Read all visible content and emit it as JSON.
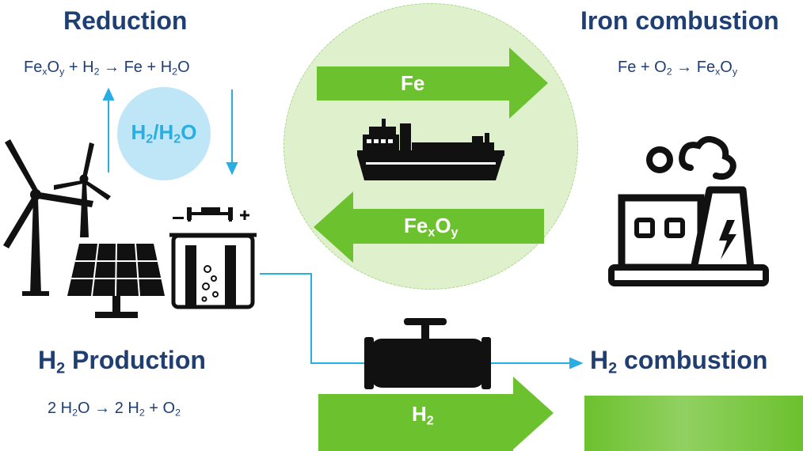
{
  "colors": {
    "title": "#1f3f73",
    "green_arrow": "#6cc12e",
    "green_circle": "#dff1cc",
    "blue_line": "#29aee4",
    "bubble": "#bfe6f7",
    "icon": "#111111"
  },
  "reduction": {
    "title": "Reduction",
    "eq": {
      "a": "Fe",
      "b": "x",
      "c": "O",
      "d": "y",
      "e": " + H",
      "f": "2",
      "g": " → Fe + H",
      "h": "2",
      "i": "O"
    }
  },
  "iron_combustion": {
    "title": "Iron combustion",
    "eq": {
      "a": "Fe + O",
      "b": "2",
      "c": " → Fe",
      "d": "x",
      "e": "O",
      "f": "y"
    }
  },
  "bubble": {
    "a": "H",
    "b": "2",
    "c": "/H",
    "d": "2",
    "e": "O"
  },
  "arrows": {
    "fe": "Fe",
    "fexoy": {
      "a": "Fe",
      "b": "x",
      "c": "O",
      "d": "y"
    },
    "h2": {
      "a": "H",
      "b": "2"
    }
  },
  "h2_production": {
    "title": {
      "a": "H",
      "b": "2",
      "c": " Production"
    },
    "eq": {
      "a": "2 H",
      "b": "2",
      "c": "O → 2 H",
      "d": "2",
      "e": " + O",
      "f": "2"
    }
  },
  "h2_combustion": {
    "title": {
      "a": "H",
      "b": "2",
      "c": " combustion"
    }
  },
  "icons": [
    "wind-turbine-icon",
    "solar-panel-icon",
    "electrolyzer-icon",
    "ship-icon",
    "pipeline-valve-icon",
    "power-plant-icon"
  ]
}
